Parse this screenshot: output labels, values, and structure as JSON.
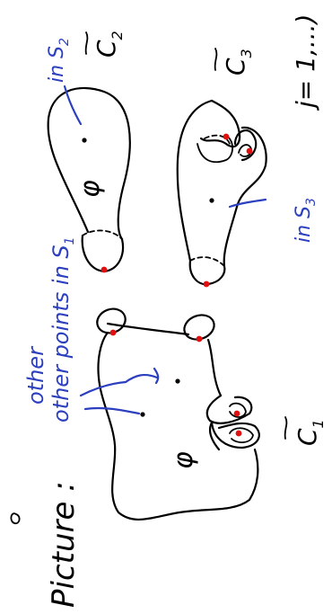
{
  "labels": {
    "picture": "Picture :",
    "other_points": "other points in S",
    "other_points_sub": "1",
    "in_s2": "in S",
    "in_s2_sub": "2",
    "in_s3": "in S",
    "in_s3_sub": "3",
    "c1": "C",
    "c1_sub": "1",
    "c2": "C",
    "c2_sub": "2",
    "c3": "C",
    "c3_sub": "3",
    "corner_text": "j= 1,...)",
    "phi1": "φ",
    "phi2": "φ"
  },
  "colors": {
    "ink": "#000000",
    "annotation": "#2b3fbf",
    "marked_point": "#e01010"
  }
}
